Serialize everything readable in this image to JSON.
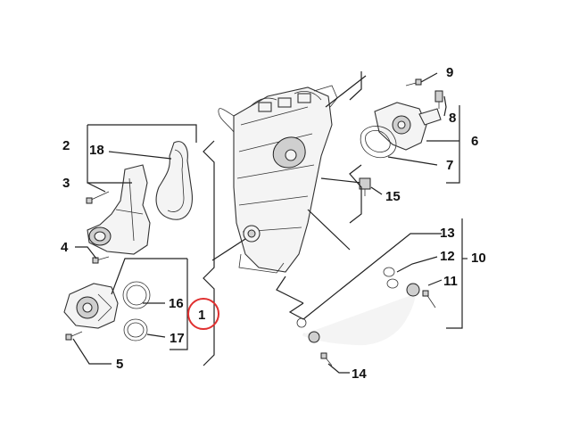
{
  "callouts": [
    {
      "id": "c1",
      "label": "1"
    },
    {
      "id": "c2",
      "label": "2"
    },
    {
      "id": "c3",
      "label": "3"
    },
    {
      "id": "c4",
      "label": "4"
    },
    {
      "id": "c5",
      "label": "5"
    },
    {
      "id": "c6",
      "label": "6"
    },
    {
      "id": "c7",
      "label": "7"
    },
    {
      "id": "c8",
      "label": "8"
    },
    {
      "id": "c9",
      "label": "9"
    },
    {
      "id": "c10",
      "label": "10"
    },
    {
      "id": "c11",
      "label": "11"
    },
    {
      "id": "c12",
      "label": "12"
    },
    {
      "id": "c13",
      "label": "13"
    },
    {
      "id": "c14",
      "label": "14"
    },
    {
      "id": "c15",
      "label": "15"
    },
    {
      "id": "c16",
      "label": "16"
    },
    {
      "id": "c17",
      "label": "17"
    },
    {
      "id": "c18",
      "label": "18"
    }
  ],
  "highlight": {
    "callout": "1",
    "color": "#e03030"
  }
}
